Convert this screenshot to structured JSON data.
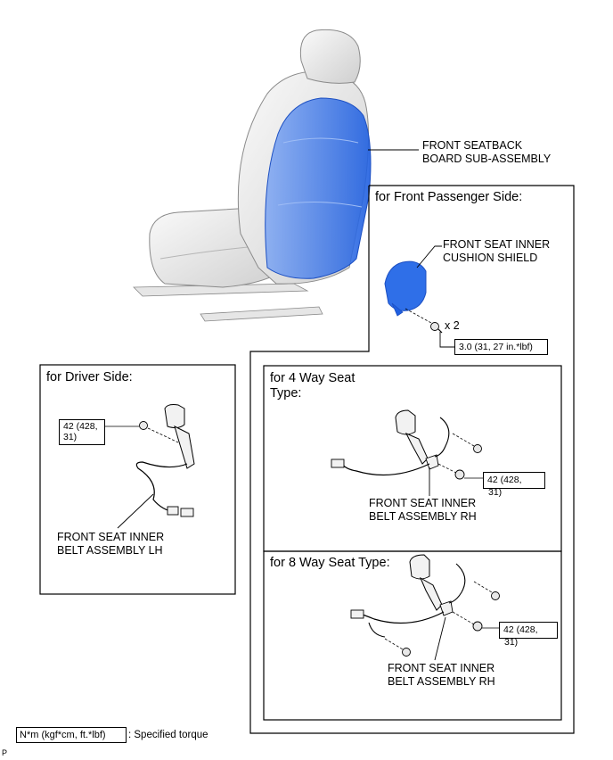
{
  "labels": {
    "seatback": [
      "FRONT SEATBACK",
      "BOARD SUB-ASSEMBLY"
    ],
    "cushion_shield": [
      "FRONT SEAT INNER",
      "CUSHION SHIELD"
    ],
    "belt_lh": [
      "FRONT SEAT INNER",
      "BELT ASSEMBLY LH"
    ],
    "belt_rh_4way": [
      "FRONT SEAT INNER",
      "BELT ASSEMBLY RH"
    ],
    "belt_rh_8way": [
      "FRONT SEAT INNER",
      "BELT ASSEMBLY RH"
    ]
  },
  "panels": {
    "passenger": "for Front Passenger Side:",
    "driver": "for Driver Side:",
    "four_way": [
      "for 4 Way Seat",
      "Type:"
    ],
    "eight_way": "for 8 Way Seat Type:"
  },
  "torques": {
    "shield_bolt": "3.0 (31, 27 in.*lbf)",
    "driver_nut": [
      "42 (428,",
      "31)"
    ],
    "four_way_nut": [
      "42 (428,",
      "31)"
    ],
    "eight_way_nut": [
      "42 (428,",
      "31)"
    ]
  },
  "quantity": "x 2",
  "legend": {
    "unit": "N*m (kgf*cm, ft.*lbf)",
    "meaning": ": Specified torque"
  },
  "corner_mark": "P",
  "colors": {
    "highlight": "#2f6fe8",
    "line": "#000000",
    "part_fill": "#f4f4f4"
  }
}
